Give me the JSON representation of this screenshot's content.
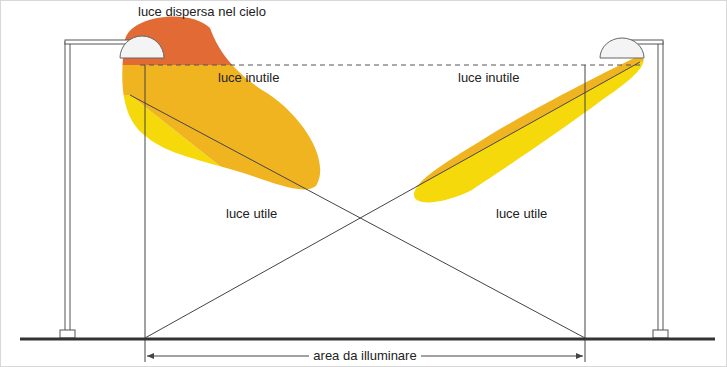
{
  "diagram": {
    "labels": [
      "luce dispersa nel cielo",
      "luce inutile",
      "luce inutile",
      "luce utile",
      "luce utile",
      "area da illuminare"
    ]
  }
}
